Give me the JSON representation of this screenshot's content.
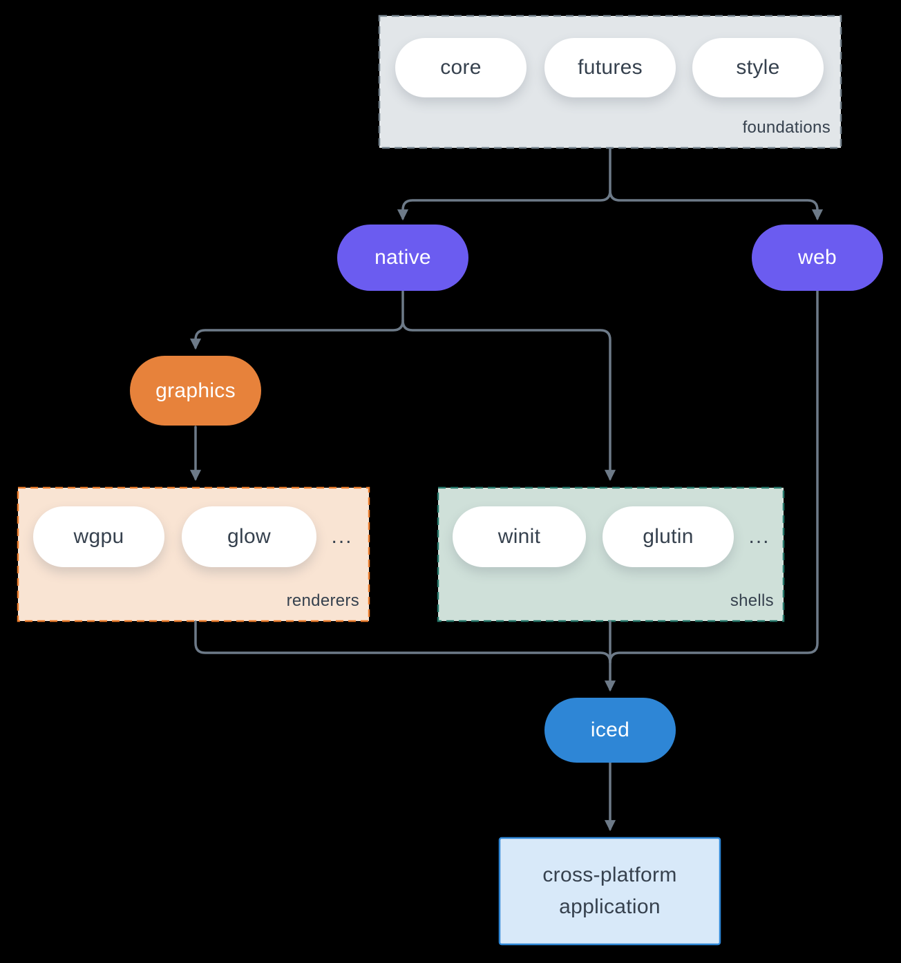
{
  "groups": {
    "foundations": {
      "label": "foundations",
      "pills": [
        "core",
        "futures",
        "style"
      ]
    },
    "renderers": {
      "label": "renderers",
      "pills": [
        "wgpu",
        "glow"
      ],
      "ellipsis": "..."
    },
    "shells": {
      "label": "shells",
      "pills": [
        "winit",
        "glutin"
      ],
      "ellipsis": "..."
    }
  },
  "nodes": {
    "native": {
      "label": "native"
    },
    "web": {
      "label": "web"
    },
    "graphics": {
      "label": "graphics"
    },
    "iced": {
      "label": "iced"
    },
    "application": {
      "line1": "cross-platform",
      "line2": "application"
    }
  },
  "colors": {
    "background": "#000000",
    "arrow": "#6d7a88",
    "text_dark": "#36414e",
    "node_purple": "#6b5cf0",
    "node_orange": "#e7823b",
    "node_blue": "#2e86d6",
    "foundations_fill": "#e2e6e9",
    "foundations_border": "#76848f",
    "renderers_fill": "#f9e4d3",
    "renderers_border": "#ec7d2d",
    "shells_fill": "#cfe0d9",
    "shells_border": "#27786b",
    "application_fill": "#d8e9f9",
    "application_border": "#2f88d8"
  }
}
